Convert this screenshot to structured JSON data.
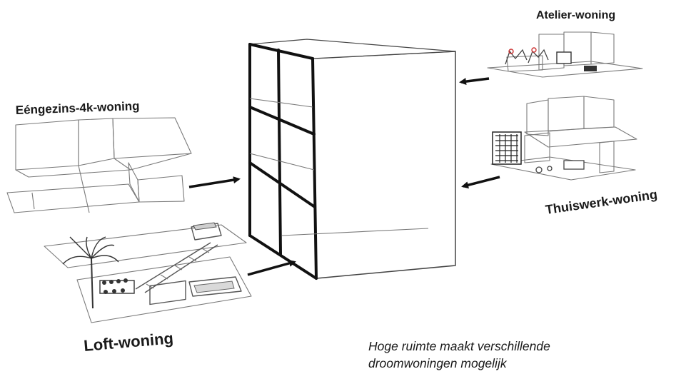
{
  "labels": {
    "eengezins": "Eéngezins-4k-woning",
    "loft": "Loft-woning",
    "atelier": "Atelier-woning",
    "thuiswerk": "Thuiswerk-woning"
  },
  "caption": {
    "line1": "Hoge ruimte maakt verschillende",
    "line2": "droomwoningen mogelijk"
  },
  "colors": {
    "ink": "#1a1a1a",
    "line": "#7a7a7a",
    "frame": "#111111"
  }
}
